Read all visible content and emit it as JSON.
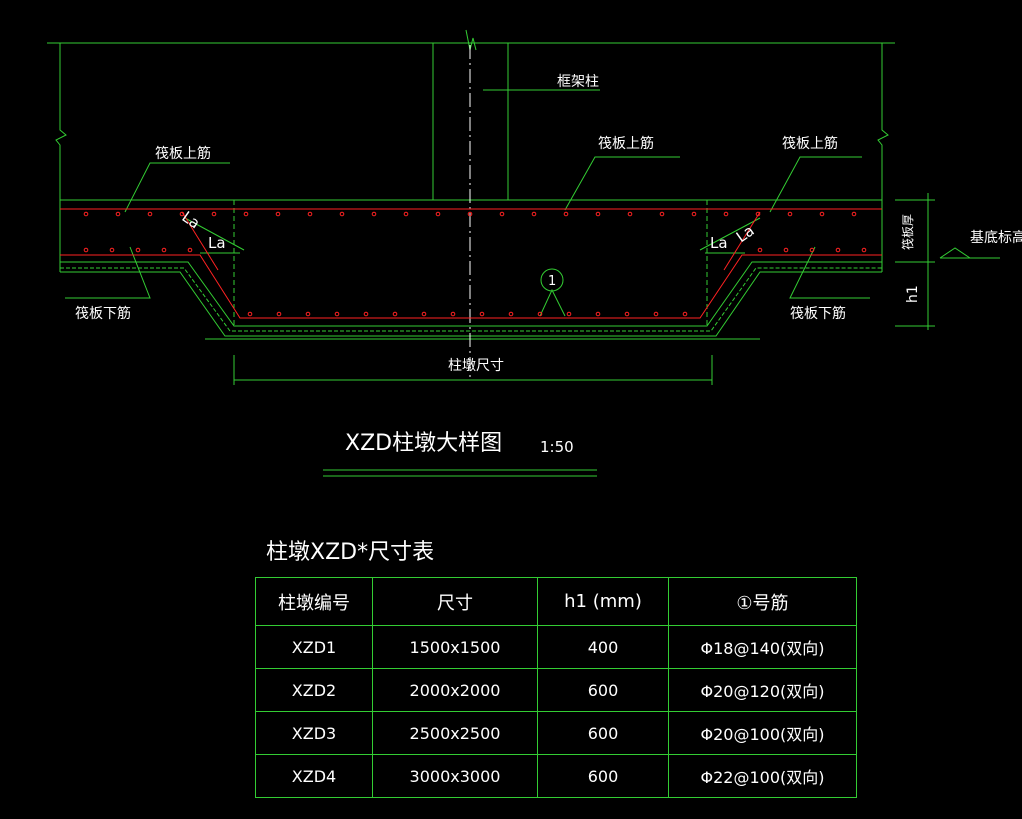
{
  "drawing": {
    "labels": {
      "column": "框架柱",
      "raft_top_bar_left": "筏板上筋",
      "raft_top_bar_center": "筏板上筋",
      "raft_top_bar_right": "筏板上筋",
      "raft_bottom_bar_left": "筏板下筋",
      "raft_bottom_bar_right": "筏板下筋",
      "la_left_slant": "La",
      "la_left": "La",
      "la_right": "La",
      "la_right_slant": "La",
      "circle_num": "1",
      "pier_size": "柱墩尺寸",
      "raft_thickness": "筏板厚",
      "foundation_level": "基底标高",
      "h1": "h1"
    },
    "colors": {
      "line": "#33cc33",
      "rebar": "#ff2222",
      "text": "#ffffff"
    }
  },
  "title": {
    "main": "XZD柱墩大样图",
    "scale": "1:50"
  },
  "table": {
    "title": "柱墩XZD*尺寸表",
    "headers": [
      "柱墩编号",
      "尺寸",
      "h1  (mm)",
      "①号筋"
    ],
    "rows": [
      [
        "XZD1",
        "1500x1500",
        "400",
        "Φ18@140(双向)"
      ],
      [
        "XZD2",
        "2000x2000",
        "600",
        "Φ20@120(双向)"
      ],
      [
        "XZD3",
        "2500x2500",
        "600",
        "Φ20@100(双向)"
      ],
      [
        "XZD4",
        "3000x3000",
        "600",
        "Φ22@100(双向)"
      ]
    ]
  }
}
